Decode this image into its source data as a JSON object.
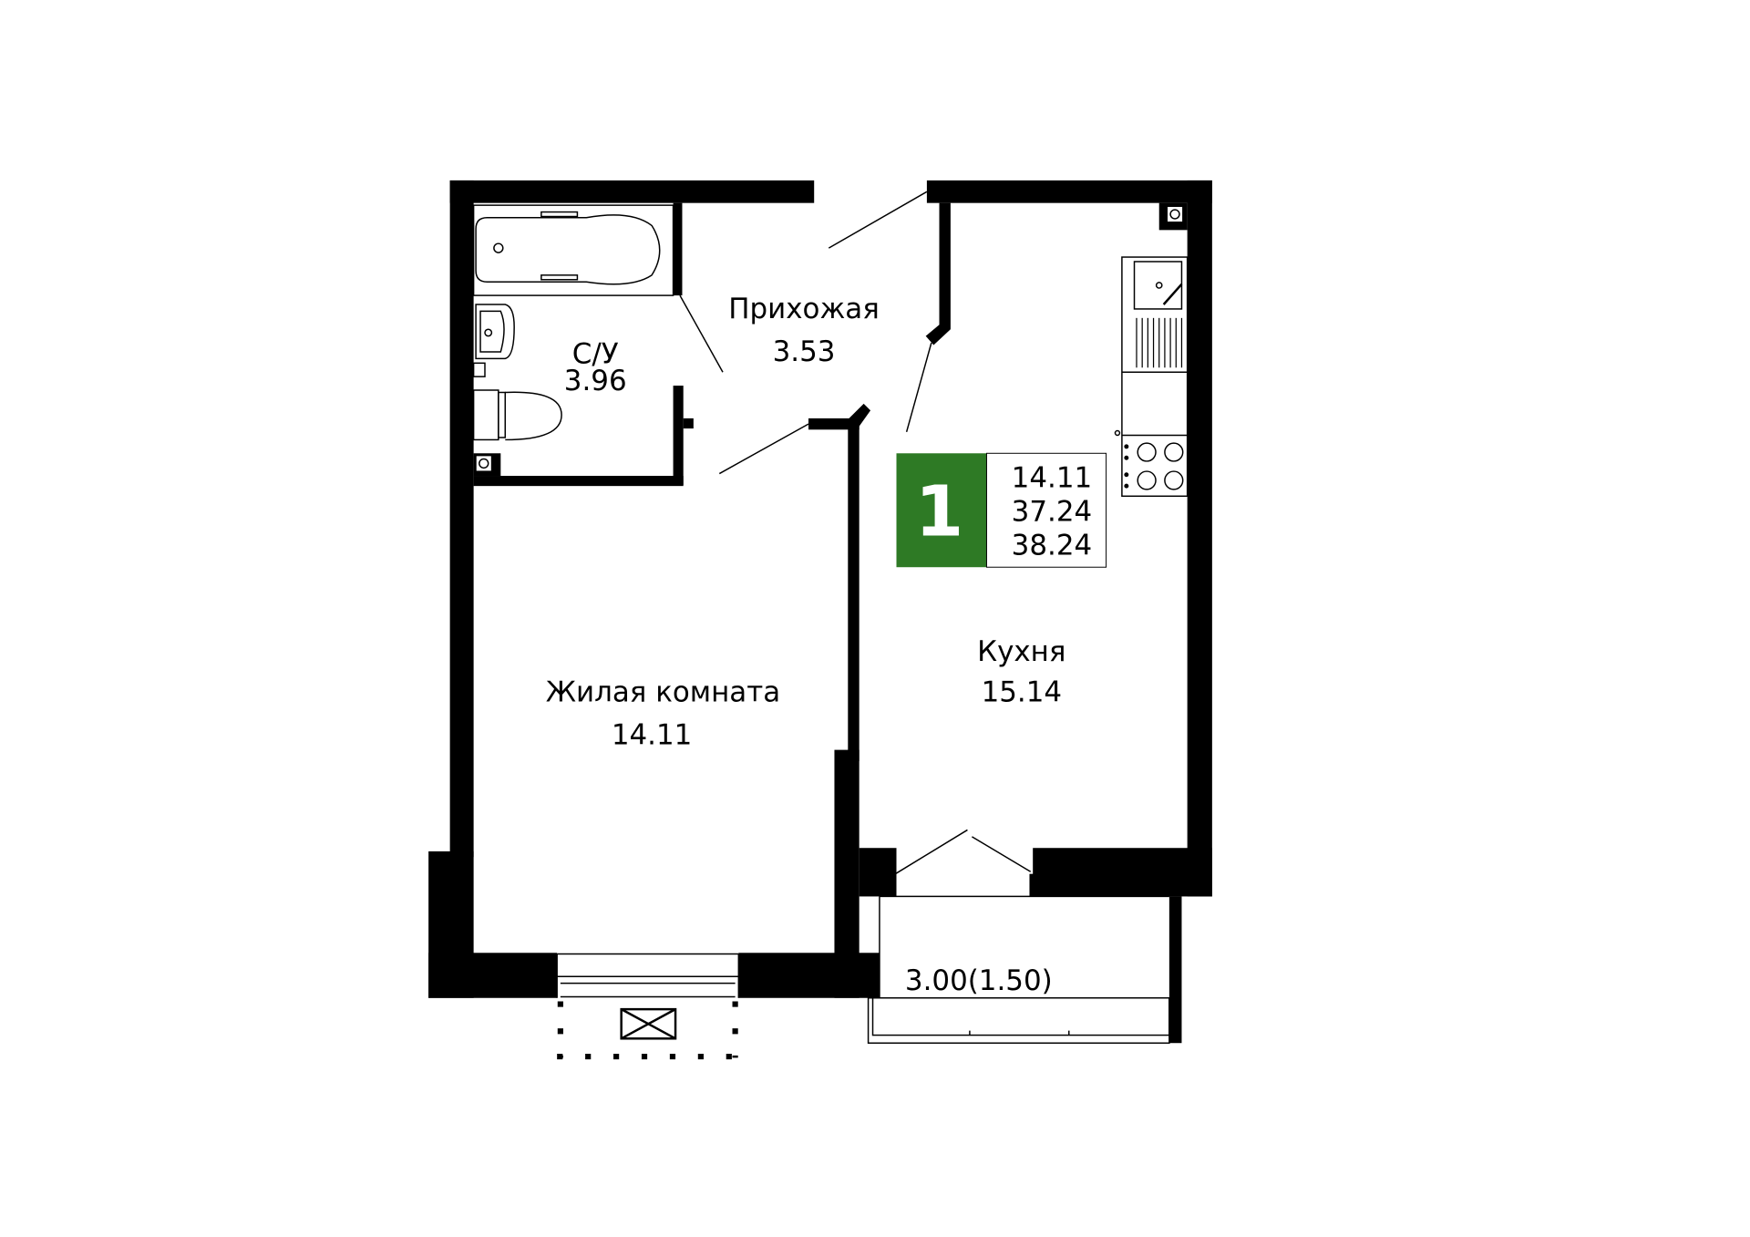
{
  "rooms": {
    "hallway": {
      "name": "Прихожая",
      "area": "3.53"
    },
    "bathroom": {
      "name": "С/У",
      "area": "3.96"
    },
    "living": {
      "name": "Жилая комната",
      "area": "14.11"
    },
    "kitchen": {
      "name": "Кухня",
      "area": "15.14"
    },
    "balcony": {
      "area": "3.00(1.50)"
    }
  },
  "summary": {
    "rooms_count": "1",
    "living_area": "14.11",
    "total_area": "37.24",
    "total_with_balcony": "38.24",
    "accent_color": "#2e7a25"
  }
}
